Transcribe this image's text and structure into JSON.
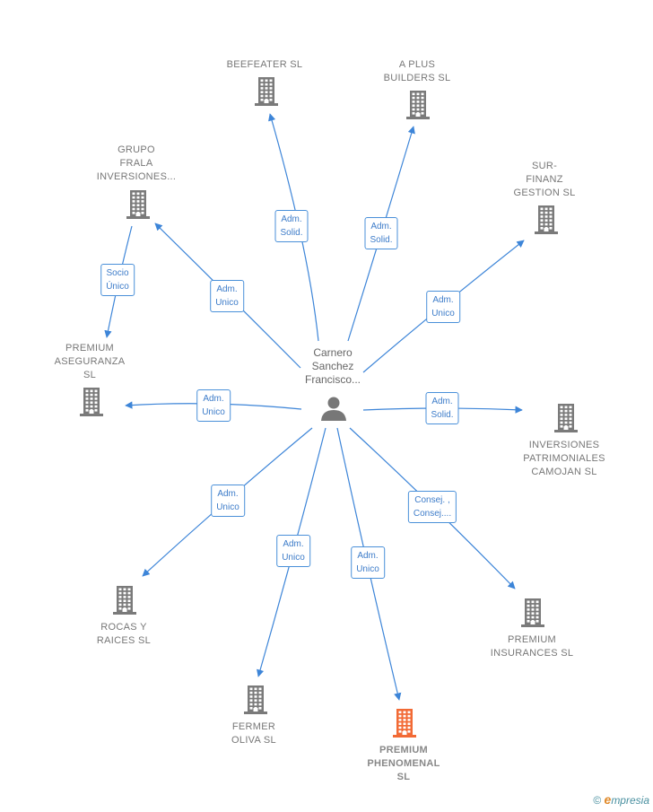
{
  "center": {
    "name": "Carnero\nSanchez\nFrancisco...",
    "icon": "person-icon"
  },
  "companies": [
    {
      "id": "beefeater",
      "name": "BEEFEATER SL",
      "icon": "building-icon",
      "highlight": false
    },
    {
      "id": "aplus",
      "name": "A PLUS\nBUILDERS SL",
      "icon": "building-icon",
      "highlight": false
    },
    {
      "id": "frala",
      "name": "GRUPO\nFRALA\nINVERSIONES...",
      "icon": "building-icon",
      "highlight": false
    },
    {
      "id": "surfinanz",
      "name": "SUR-\nFINANZ\nGESTION SL",
      "icon": "building-icon",
      "highlight": false
    },
    {
      "id": "aseguranza",
      "name": "PREMIUM\nASEGURANZA\nSL",
      "icon": "building-icon",
      "highlight": false
    },
    {
      "id": "camojan",
      "name": "INVERSIONES\nPATRIMONIALES\nCAMOJAN SL",
      "icon": "building-icon",
      "highlight": false
    },
    {
      "id": "rocas",
      "name": "ROCAS Y\nRAICES SL",
      "icon": "building-icon",
      "highlight": false
    },
    {
      "id": "insurances",
      "name": "PREMIUM\nINSURANCES SL",
      "icon": "building-icon",
      "highlight": false
    },
    {
      "id": "fermer",
      "name": "FERMER\nOLIVA SL",
      "icon": "building-icon",
      "highlight": false
    },
    {
      "id": "phenomenal",
      "name": "PREMIUM\nPHENOMENAL\nSL",
      "icon": "building-icon",
      "highlight": true
    }
  ],
  "relations": [
    {
      "from": "center",
      "to": "beefeater",
      "label": "Adm.\nSolid."
    },
    {
      "from": "center",
      "to": "aplus",
      "label": "Adm.\nSolid."
    },
    {
      "from": "center",
      "to": "frala",
      "label": "Adm.\nUnico"
    },
    {
      "from": "center",
      "to": "surfinanz",
      "label": "Adm.\nUnico"
    },
    {
      "from": "frala",
      "to": "aseguranza",
      "label": "Socio\nÚnico"
    },
    {
      "from": "center",
      "to": "aseguranza",
      "label": "Adm.\nUnico"
    },
    {
      "from": "center",
      "to": "camojan",
      "label": "Adm.\nSolid."
    },
    {
      "from": "center",
      "to": "rocas",
      "label": "Adm.\nUnico"
    },
    {
      "from": "center",
      "to": "insurances",
      "label": "Consej. ,\nConsej...."
    },
    {
      "from": "center",
      "to": "fermer",
      "label": "Adm.\nUnico"
    },
    {
      "from": "center",
      "to": "phenomenal",
      "label": "Adm.\nUnico"
    }
  ],
  "colors": {
    "edge": "#3d85d8",
    "building": "#7a7a7a",
    "building_highlight": "#f26a35",
    "person": "#777777"
  },
  "footer": {
    "copyright": "©",
    "brand_initial": "e",
    "brand_rest": "mpresia"
  }
}
